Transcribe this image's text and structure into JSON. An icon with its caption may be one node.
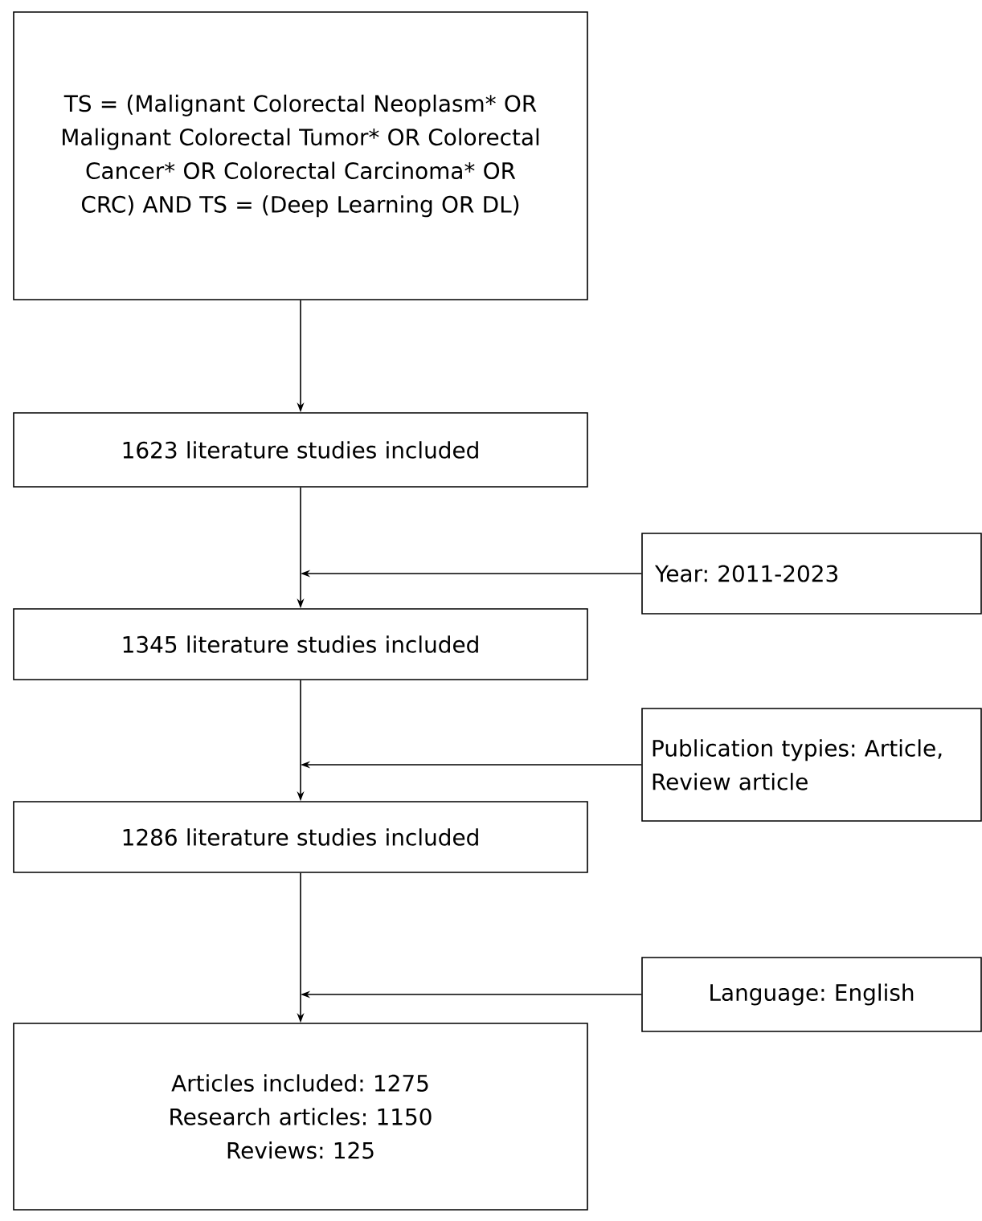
{
  "diagram": {
    "nodes": [
      {
        "text": [
          "TS = (Malignant Colorectal Neoplasm* OR Malignant Colorectal Tumor* OR Colorectal Cancer* OR Colorectal Carcinoma* OR CRC) AND TS = (Deep Learning OR DL)"
        ]
      },
      {
        "text": [
          "1623 literature studies included"
        ]
      },
      {
        "text": [
          "Year: 2011-2023"
        ]
      },
      {
        "text": [
          "1345 literature studies included"
        ]
      },
      {
        "text": [
          "Publication typies: Article, Review article"
        ]
      },
      {
        "text": [
          "1286 literature studies included"
        ]
      },
      {
        "text": [
          "Language: English"
        ]
      },
      {
        "text": [
          "Articles included: 1275",
          "Research articles: 1150",
          "Reviews: 125"
        ]
      }
    ],
    "edges": [
      {
        "from": 0,
        "to": 1,
        "arrow": "to"
      },
      {
        "from": 1,
        "to": 3,
        "arrow": "to"
      },
      {
        "from": 3,
        "to": 5,
        "arrow": "to"
      },
      {
        "from": 5,
        "to": 7,
        "arrow": "to"
      },
      {
        "from": 2,
        "to": null,
        "arrow": "to"
      },
      {
        "from": 4,
        "to": null,
        "arrow": "to"
      },
      {
        "from": 6,
        "to": null,
        "arrow": "to"
      }
    ]
  }
}
